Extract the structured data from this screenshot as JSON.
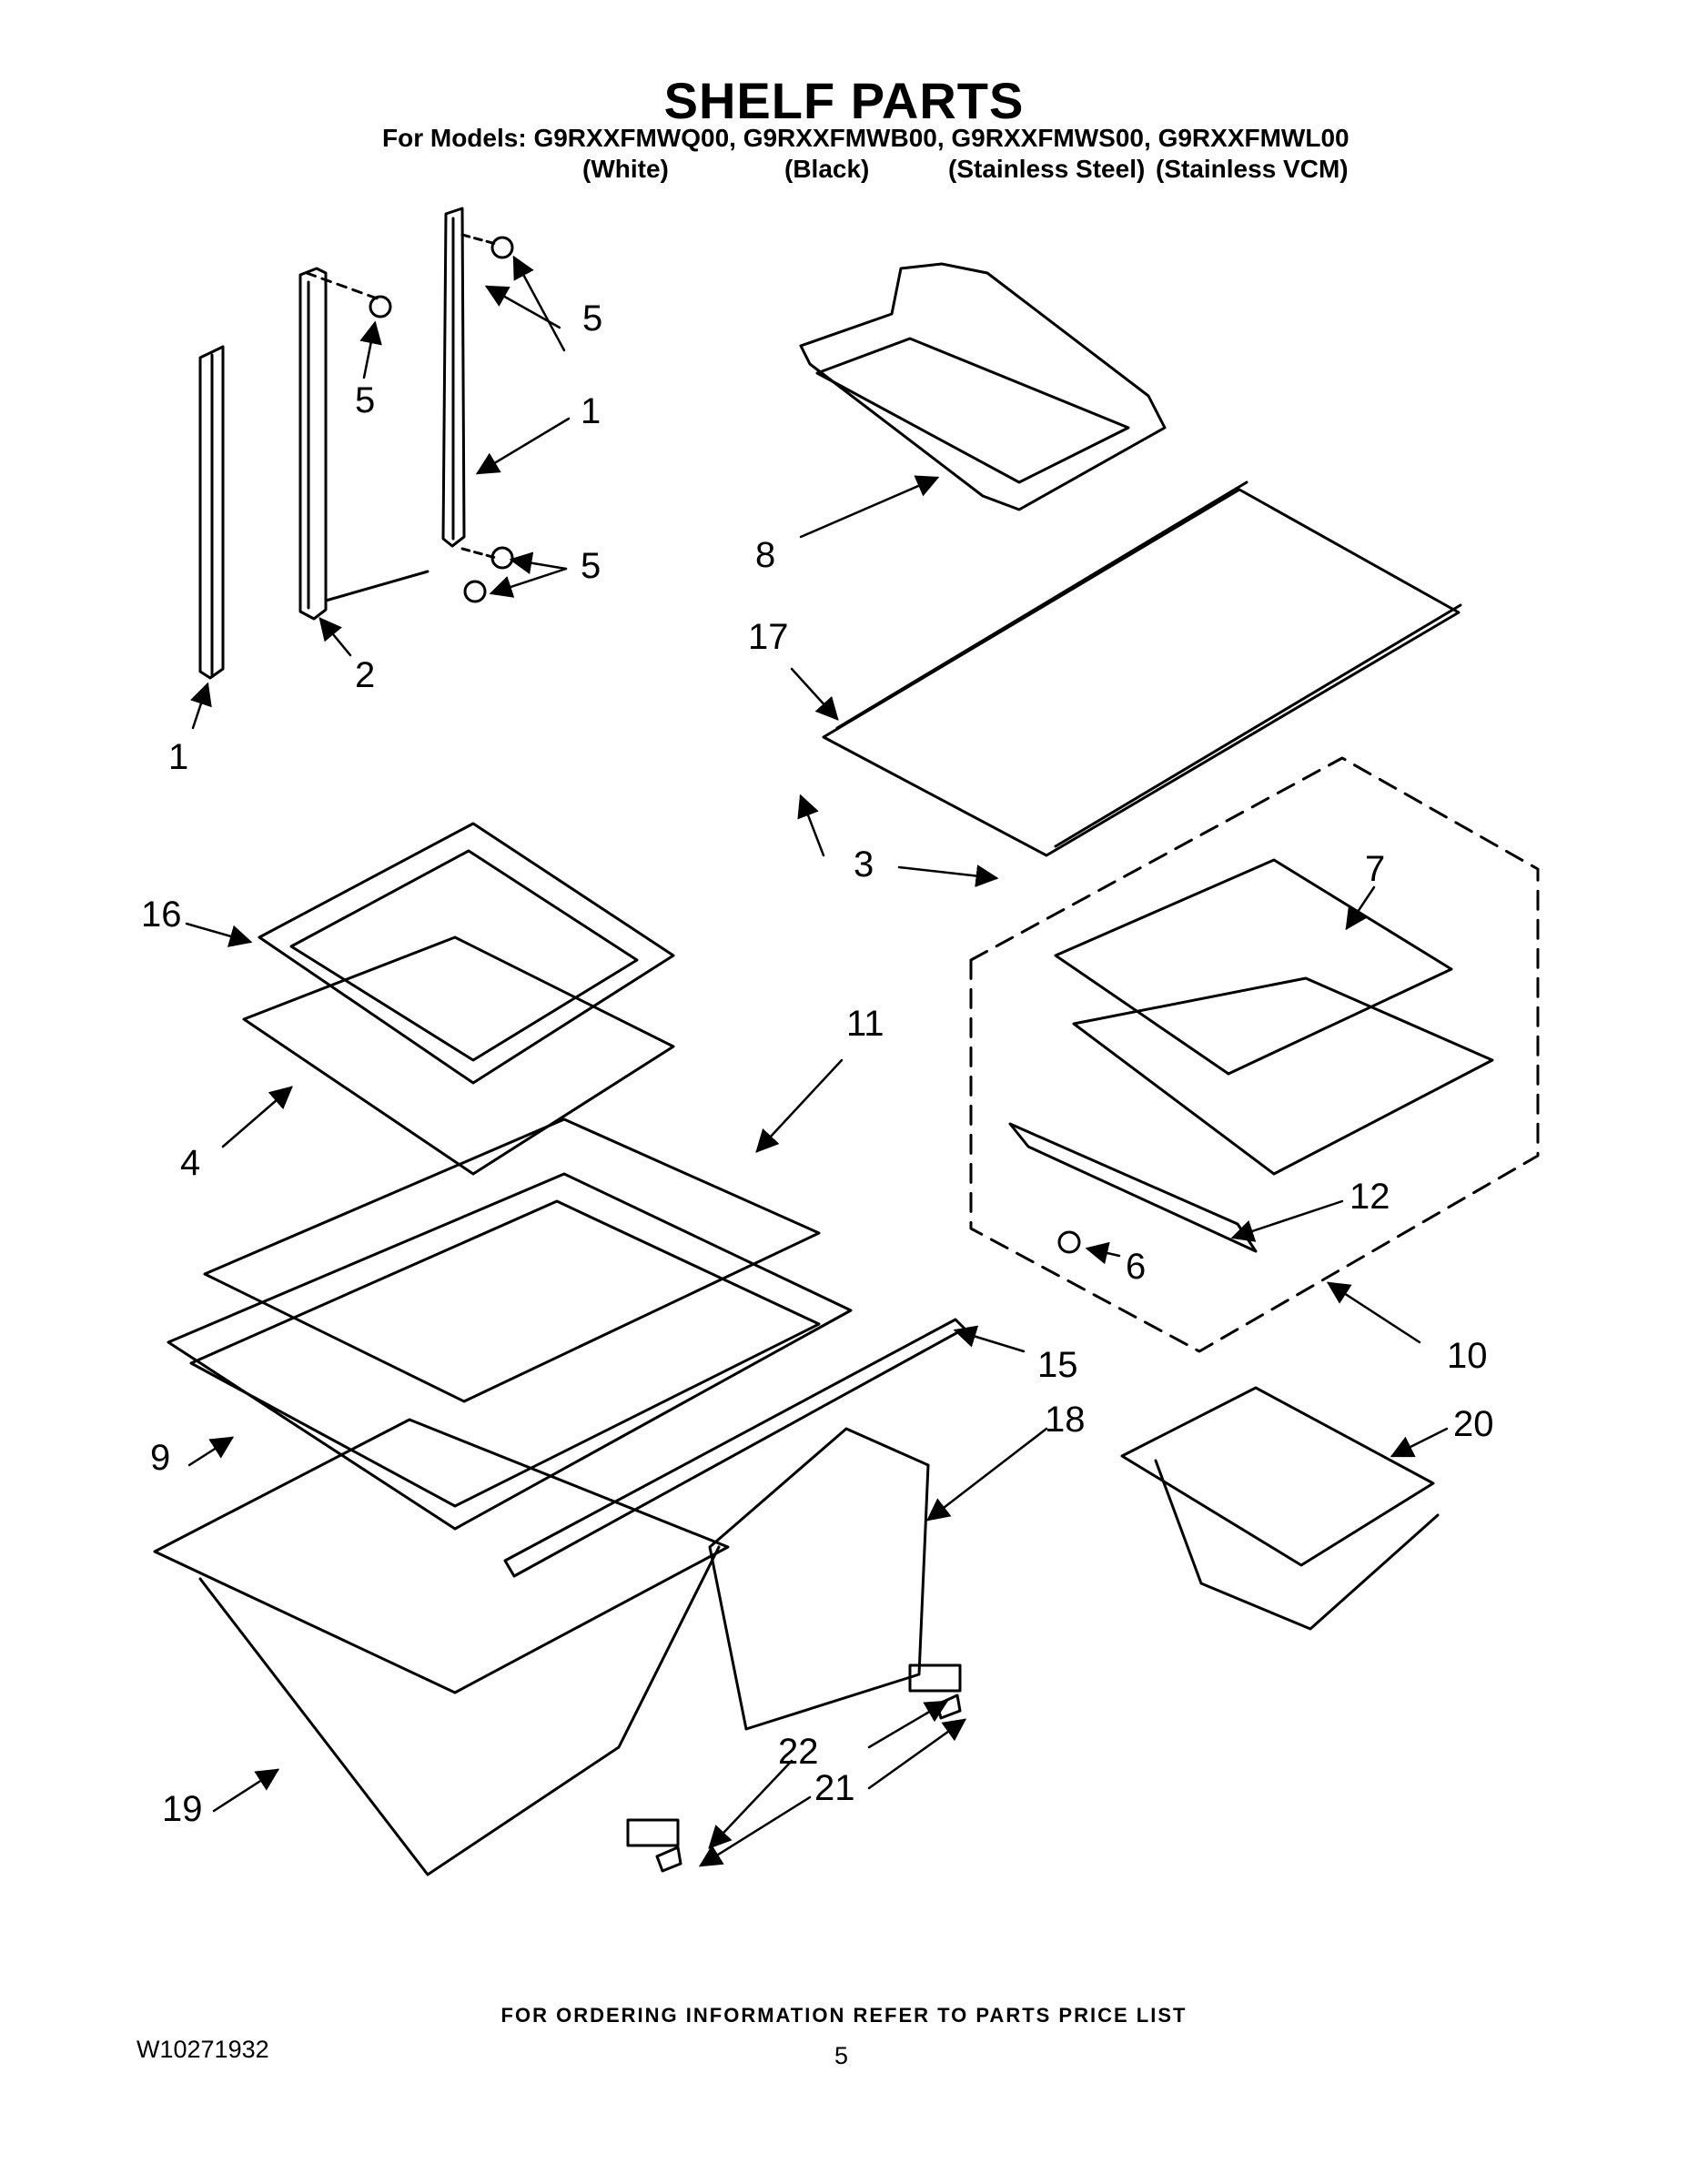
{
  "header": {
    "title": "SHELF PARTS",
    "models_line": "For Models: G9RXXFMWQ00, G9RXXFMWB00, G9RXXFMWS00, G9RXXFMWL00",
    "variants": [
      "(White)",
      "(Black)",
      "(Stainless Steel)",
      "(Stainless VCM)"
    ]
  },
  "callouts": {
    "c1a": "1",
    "c1b": "1",
    "c2": "2",
    "c3": "3",
    "c4": "4",
    "c5a": "5",
    "c5b": "5",
    "c5c": "5",
    "c6": "6",
    "c7": "7",
    "c8": "8",
    "c9": "9",
    "c10": "10",
    "c11": "11",
    "c12": "12",
    "c15": "15",
    "c16": "16",
    "c17": "17",
    "c18": "18",
    "c19": "19",
    "c20": "20",
    "c21": "21",
    "c22": "22"
  },
  "footer": {
    "ordering_note": "FOR ORDERING INFORMATION REFER TO PARTS PRICE LIST",
    "doc_number": "W10271932",
    "page_number": "5"
  }
}
